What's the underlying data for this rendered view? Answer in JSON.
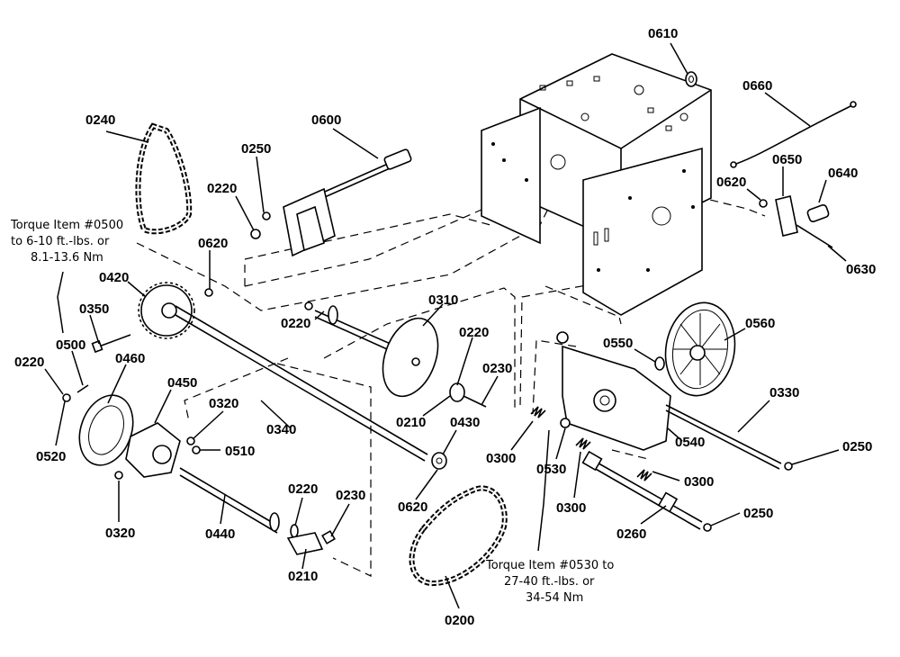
{
  "diagram": {
    "part_labels": {
      "p0240": "0240",
      "p0250_top": "0250",
      "p0600": "0600",
      "p0220_top": "0220",
      "p0620_left": "0620",
      "p0420": "0420",
      "p0350": "0350",
      "p0500": "0500",
      "p0220_left": "0220",
      "p0460": "0460",
      "p0450": "0450",
      "p0320_mid": "0320",
      "p0510": "0510",
      "p0520": "0520",
      "p0320_low": "0320",
      "p0340": "0340",
      "p0440": "0440",
      "p0220_low": "0220",
      "p0230_low": "0230",
      "p0210_low": "0210",
      "p0220_mid": "0220",
      "p0310": "0310",
      "p0220_disc": "0220",
      "p0230_mid": "0230",
      "p0210_mid": "0210",
      "p0430": "0430",
      "p0620_mid": "0620",
      "p0200": "0200",
      "p0610": "0610",
      "p0660": "0660",
      "p0650": "0650",
      "p0640": "0640",
      "p0620_right": "0620",
      "p0630": "0630",
      "p0560": "0560",
      "p0550": "0550",
      "p0330": "0330",
      "p0540": "0540",
      "p0300_a": "0300",
      "p0530": "0530",
      "p0300_b": "0300",
      "p0300_c": "0300",
      "p0250_right": "0250",
      "p0260": "0260",
      "p0250_low": "0250"
    },
    "torque_notes": {
      "note_0500": [
        "Torque Item #0500",
        "to 6-10 ft.-lbs. or",
        "8.1-13.6 Nm"
      ],
      "note_0530": [
        "Torque Item #0530 to",
        "27-40 ft.-lbs. or",
        "34-54 Nm"
      ]
    }
  }
}
